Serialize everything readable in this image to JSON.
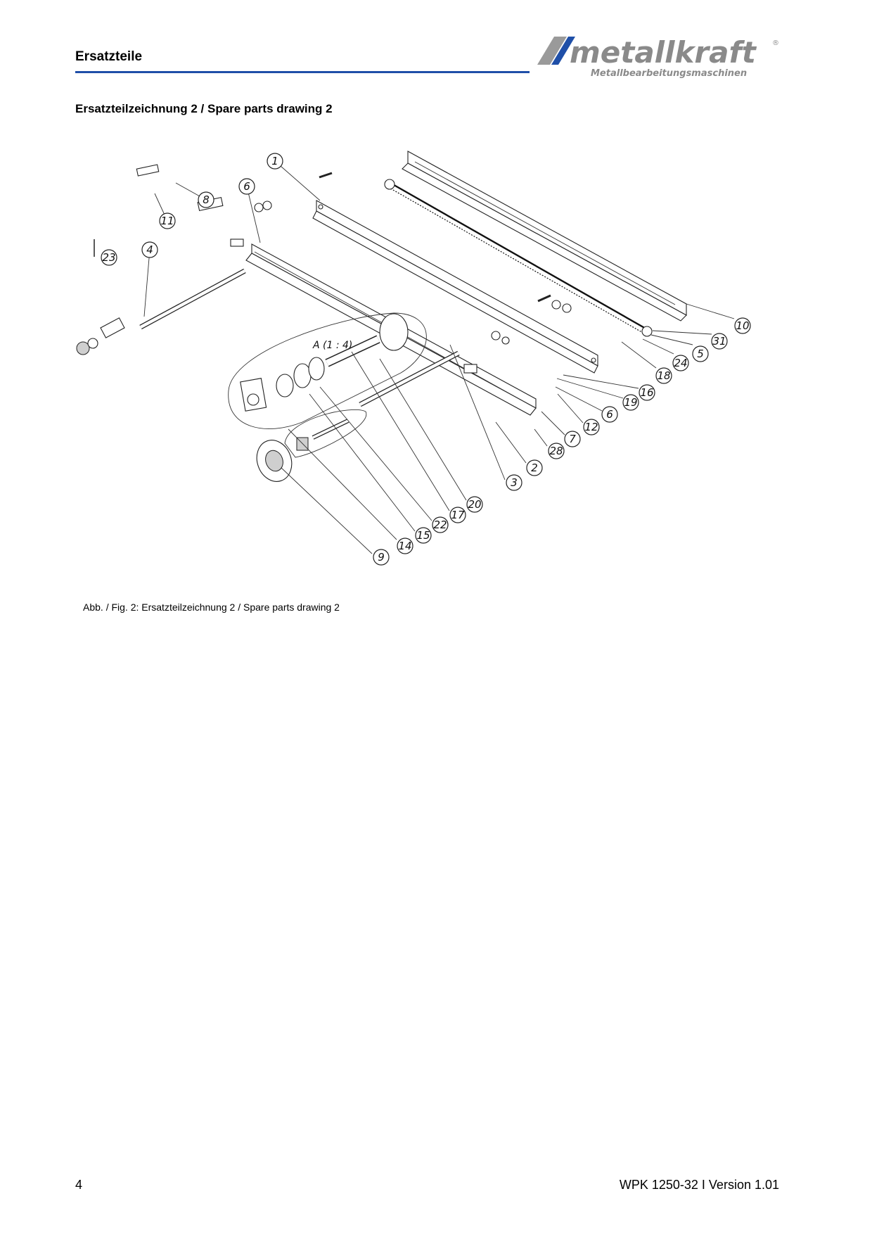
{
  "header": {
    "title": "Ersatzteile"
  },
  "logo": {
    "brand": "metallkraft",
    "tagline": "Metallbearbeitungsmaschinen",
    "registered": "®",
    "colors": {
      "brand_gray": "#8a8a8a",
      "brand_blue": "#1f4fa8"
    }
  },
  "section": {
    "title": "Ersatzteilzeichnung 2 / Spare parts drawing 2"
  },
  "drawing": {
    "detail_label": "A (1 : 4)",
    "callouts": [
      "1",
      "6",
      "8",
      "11",
      "4",
      "23",
      "10",
      "31",
      "5",
      "24",
      "18",
      "16",
      "19",
      "6",
      "12",
      "7",
      "28",
      "2",
      "3",
      "20",
      "17",
      "22",
      "15",
      "14",
      "9"
    ]
  },
  "caption": "Abb. / Fig. 2: Ersatzteilzeichnung 2 / Spare parts drawing 2",
  "footer": {
    "page_number": "4",
    "doc_info": "WPK 1250-32 I Version 1.01"
  }
}
